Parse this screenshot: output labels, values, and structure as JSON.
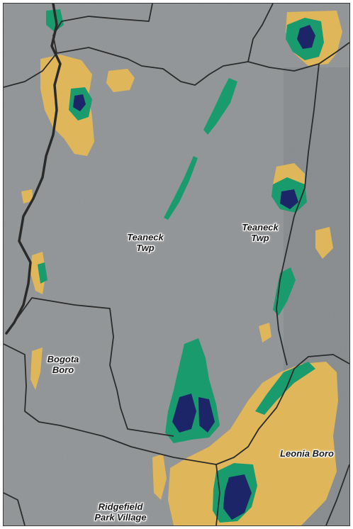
{
  "map": {
    "labels": {
      "teaneck_west": {
        "line1": "Teaneck",
        "line2": "Twp"
      },
      "teaneck_east": {
        "line1": "Teaneck",
        "line2": "Twp"
      },
      "bogota": {
        "line1": "Bogota",
        "line2": "Boro"
      },
      "leonia": {
        "line1": "Leonia Boro"
      },
      "ridgefield_park": {
        "line1": "Ridgefield",
        "line2": "Park Village"
      }
    },
    "colors": {
      "base": "#8f9294",
      "river": "#2a2a2a",
      "boundary": "#2b2b2b",
      "zone_tan": "#e0b65a",
      "zone_green": "#1a9b6e",
      "zone_navy": "#1c2568",
      "label_halo": "#ffffff"
    }
  }
}
